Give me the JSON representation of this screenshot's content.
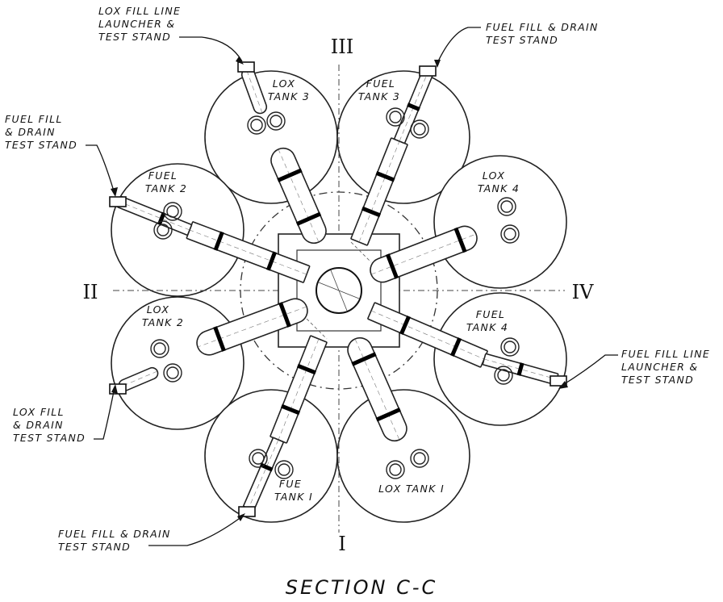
{
  "diagram": {
    "title": "SECTION C-C",
    "positions": [
      "I",
      "II",
      "III",
      "IV"
    ],
    "tanks": [
      {
        "id": "lox3",
        "label_lines": [
          "LOX",
          "TANK 3"
        ]
      },
      {
        "id": "fuel3",
        "label_lines": [
          "FUEL",
          "TANK 3"
        ]
      },
      {
        "id": "fuel2",
        "label_lines": [
          "FUEL",
          "TANK 2"
        ]
      },
      {
        "id": "lox4",
        "label_lines": [
          "LOX",
          "TANK 4"
        ]
      },
      {
        "id": "lox2",
        "label_lines": [
          "LOX",
          "TANK 2"
        ]
      },
      {
        "id": "fuel4",
        "label_lines": [
          "FUEL",
          "TANK 4"
        ]
      },
      {
        "id": "fuel1",
        "label_lines": [
          "FUE",
          "TANK I"
        ]
      },
      {
        "id": "lox1",
        "label_lines": [
          "LOX TANK I"
        ]
      }
    ],
    "callouts": [
      {
        "id": "lox-fill-launcher",
        "lines": [
          "LOX FILL LINE",
          "LAUNCHER &",
          "TEST STAND"
        ]
      },
      {
        "id": "fuel-fill-drain-top",
        "lines": [
          "FUEL FILL & DRAIN",
          "TEST STAND"
        ]
      },
      {
        "id": "fuel-fill-drain-left",
        "lines": [
          "FUEL FILL",
          "& DRAIN",
          "TEST STAND"
        ]
      },
      {
        "id": "fuel-fill-launcher",
        "lines": [
          "FUEL FILL LINE",
          "LAUNCHER &",
          "TEST STAND"
        ]
      },
      {
        "id": "lox-fill-drain",
        "lines": [
          "LOX FILL",
          "& DRAIN",
          "TEST STAND"
        ]
      },
      {
        "id": "fuel-fill-drain-bottom",
        "lines": [
          "FUEL FILL & DRAIN",
          "TEST STAND"
        ]
      }
    ]
  }
}
